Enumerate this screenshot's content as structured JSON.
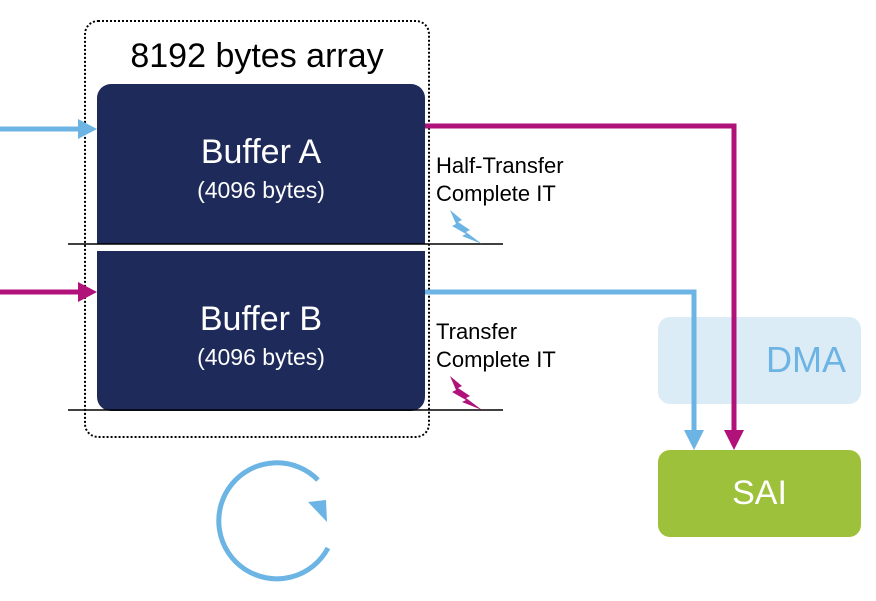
{
  "array": {
    "title": "8192 bytes array"
  },
  "buffer_a": {
    "name": "Buffer A",
    "size": "(4096 bytes)"
  },
  "buffer_b": {
    "name": "Buffer B",
    "size": "(4096 bytes)"
  },
  "interrupts": {
    "half_transfer": {
      "line1": "Half-Transfer",
      "line2": "Complete IT"
    },
    "transfer": {
      "line1": "Transfer",
      "line2": "Complete IT"
    }
  },
  "dma": {
    "label": "DMA"
  },
  "sai": {
    "label": "SAI"
  },
  "colors": {
    "buffer_fill": "#1e2a5a",
    "blue_arrow": "#6cb4e4",
    "magenta_arrow": "#b0127a",
    "dma_fill": "#dcecf7",
    "sai_fill": "#9dc13a"
  }
}
